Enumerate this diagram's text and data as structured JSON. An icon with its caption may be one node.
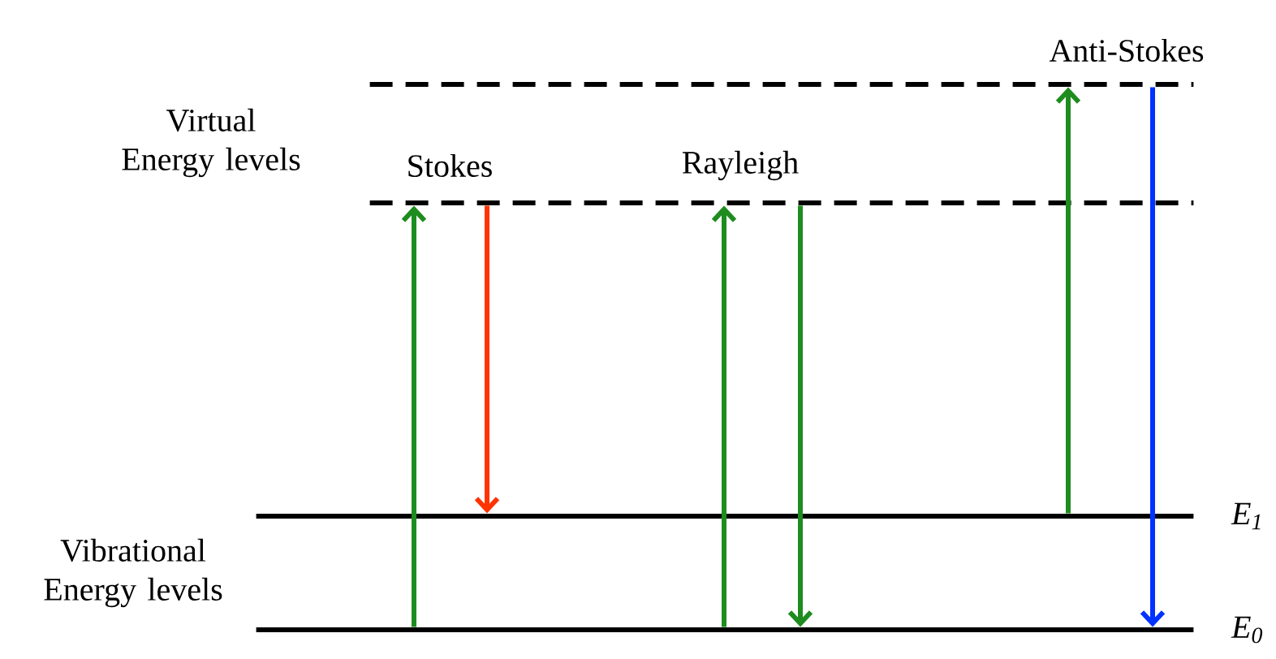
{
  "diagram": {
    "nodes": [
      {
        "text": [],
        "shape": "bar"
      },
      {
        "text": [],
        "shape": "bar"
      },
      {
        "text": [],
        "shape": "bar",
        "beside": [
          "E$_{1}$"
        ]
      },
      {
        "text": [],
        "shape": "bar",
        "beside": [
          "E$_{0}$"
        ]
      }
    ],
    "edges": [
      {
        "from": 3,
        "to": 1,
        "arrow": "to"
      },
      {
        "from": 1,
        "to": 2,
        "arrow": "to",
        "color": "#ff3300"
      },
      {
        "from": 3,
        "to": 1,
        "arrow": "to"
      },
      {
        "from": 1,
        "to": 3,
        "arrow": "to"
      },
      {
        "from": 2,
        "to": 0,
        "arrow": "to"
      },
      {
        "from": 0,
        "to": 3,
        "arrow": "to",
        "color": "#0033ff"
      }
    ],
    "labels": [
      "Anti-Stokes",
      "Virtual Energy levels",
      "Stokes",
      "Rayleigh",
      "Vibrational Energy levels"
    ]
  }
}
